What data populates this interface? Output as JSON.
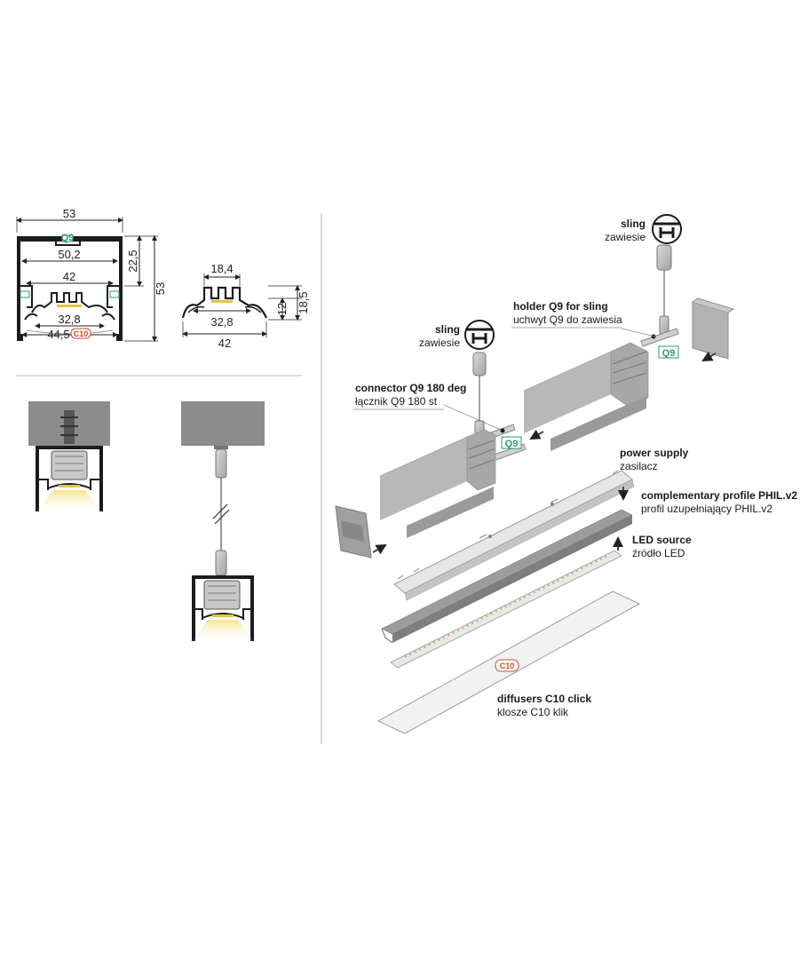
{
  "colors": {
    "profile": "#1c1c1c",
    "metal": "#b8b8b8",
    "metal_dark": "#7e7e7e",
    "ceiling": "#8c8c8c",
    "divider": "#b8b8b8",
    "q9_green": "#2e9a6a",
    "c10_red": "#d04a2a",
    "light": "#f6e48a"
  },
  "cross_section_left": {
    "width_top": "53",
    "inner_width": "50,2",
    "height_upper": "22,5",
    "height_total": "53",
    "inner_42": "42",
    "bottom_32_8": "32,8",
    "bottom_44_5": "44,5",
    "tag_q9": "Q9",
    "tag_c10": "C10"
  },
  "cross_section_right": {
    "top_width": "18,4",
    "mid_width": "32,8",
    "bottom_width": "42",
    "height_12": "12",
    "height_18_5": "18,5"
  },
  "labels": {
    "sling_top": {
      "en": "sling",
      "pl": "zawiesie"
    },
    "holder": {
      "en": "holder Q9 for sling",
      "pl": "uchwyt Q9 do zawiesia"
    },
    "sling_left": {
      "en": "sling",
      "pl": "zawiesie"
    },
    "connector": {
      "en": "connector Q9 180 deg",
      "pl": "łącznik Q9 180 st"
    },
    "power_supply": {
      "en": "power supply",
      "pl": "zasilacz"
    },
    "complementary": {
      "en": "complementary profile PHIL.v2",
      "pl": "profil uzupełniający PHIL.v2"
    },
    "led_source": {
      "en": "LED source",
      "pl": "źródło LED"
    },
    "diffusers": {
      "en": "diffusers C10 click",
      "pl": "klosze C10 klik"
    },
    "q9_holder_tag": "Q9",
    "q9_connector_tag": "Q9",
    "c10_tag": "C10"
  }
}
